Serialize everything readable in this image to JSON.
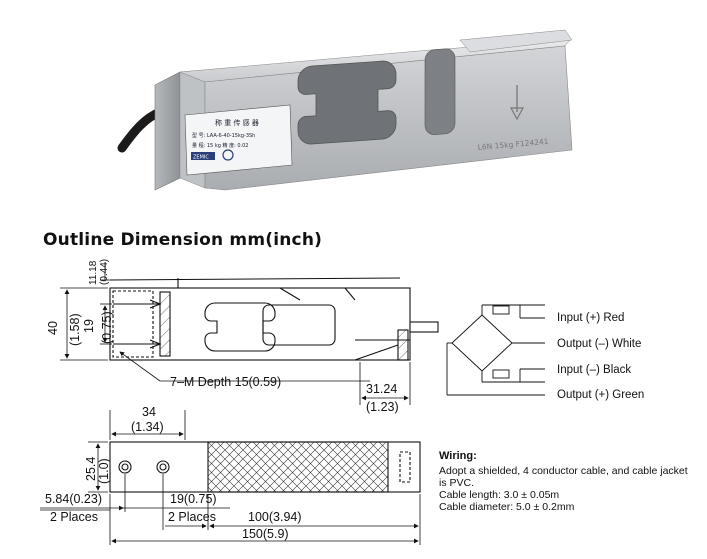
{
  "photo": {
    "label_plate_lines": [
      "称 重 传 感 器",
      "型 号:   LAA-6-40-15kg-3Sh",
      "量 程:   15 kg     精 度:  0.02",
      "ZEMIC"
    ],
    "side_marking": "L6N 15kg F124241"
  },
  "heading": "Outline Dimension mm(inch)",
  "side_view": {
    "dim_height_mm": "40",
    "dim_height_in": "(1.58)",
    "dim_mid_mm": "19",
    "dim_mid_in": "(0.75)",
    "dim_top_mm": "11.18",
    "dim_top_in": "(0.44)",
    "thread_note": "7–M Depth 15(0.59)",
    "dim_right_mm": "31.24",
    "dim_right_in": "(1.23)"
  },
  "wires": [
    {
      "label": "Input (+) Red"
    },
    {
      "label": "Output (–) White"
    },
    {
      "label": "Input (–) Black"
    },
    {
      "label": "Output (+) Green"
    }
  ],
  "top_view": {
    "dim_34_mm": "34",
    "dim_34_in": "(1.34)",
    "dim_width_mm": "25.4",
    "dim_width_in": "(1.0)",
    "dim_584": "5.84(0.23)",
    "places_left": "2 Places",
    "dim_19": "19(0.75)",
    "places_mid": "2 Places",
    "dim_100": "100(3.94)",
    "dim_150": "150(5.9)"
  },
  "wiring": {
    "title": "Wiring:",
    "line1": "Adopt a shielded, 4 conductor cable, and cable jacket is PVC.",
    "line2": "Cable length: 3.0 ± 0.05m",
    "line3": "Cable diameter: 5.0 ± 0.2mm"
  }
}
